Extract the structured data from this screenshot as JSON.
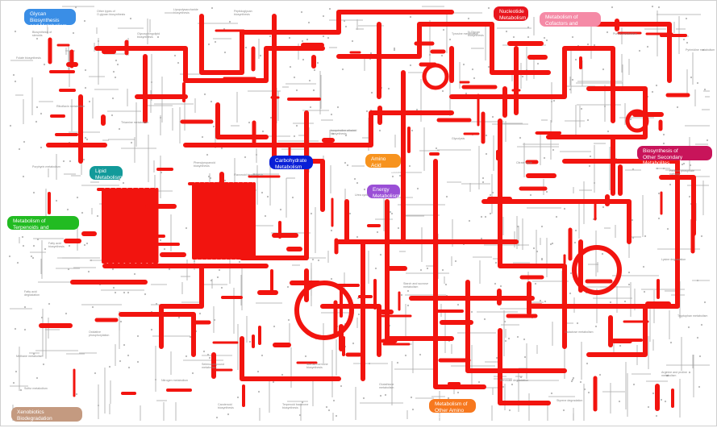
{
  "categories": [
    {
      "key": "glycan",
      "label": "Glycan Biosynthesis\nand Metabolism",
      "color": "#3a8ee6"
    },
    {
      "key": "nucleotide",
      "label": "Nucleotide\nMetabolism",
      "color": "#e8151d"
    },
    {
      "key": "cofactors",
      "label": "Metabolism of\nCofactors and Vitamins",
      "color": "#f58aa6"
    },
    {
      "key": "secondary",
      "label": "Biosynthesis of\nOther Secondary Metabolites",
      "color": "#c8145a"
    },
    {
      "key": "carbohydrate",
      "label": "Carbohydrate\nMetabolism",
      "color": "#0a1fd6"
    },
    {
      "key": "aminoacid",
      "label": "Amino Acid\nMetabolism",
      "color": "#f7931e"
    },
    {
      "key": "lipid",
      "label": "Lipid\nMetabolism",
      "color": "#129a9a"
    },
    {
      "key": "energy",
      "label": "Energy\nMetabolism",
      "color": "#9a4fd6"
    },
    {
      "key": "terpenoid",
      "label": "Metabolism of\nTerpenoids and Polyketides",
      "color": "#22bb22"
    },
    {
      "key": "otheramino",
      "label": "Metabolism of\nOther Amino Acid",
      "color": "#f7781e"
    },
    {
      "key": "xenobiotics",
      "label": "Xenobiotics Biodegradation\nand Metabolism",
      "color": "#c49a80"
    }
  ],
  "pathway_labels": [
    "Biosynthesis of\nsteroids",
    "Other types of\nO-glycan biosynthesis",
    "Glycosphingolipid\nbiosynthesis",
    "Lipopolysaccharide\nbiosynthesis",
    "Peptidoglycan\nbiosynthesis",
    "N-Glycan\nbiosynthesis",
    "Purine metabolism",
    "Pyrimidine metabolism",
    "Folate biosynthesis",
    "Riboflavin metabolism",
    "Thiamine metabolism",
    "Porphyrin metabolism",
    "Phenylpropanoid\nbiosynthesis",
    "Flavonoid biosynthesis",
    "Isoquinoline alkaloid\nbiosynthesis",
    "Glycolysis",
    "Citrate cycle",
    "Pentose phosphate\npathway",
    "Fatty acid\nbiosynthesis",
    "Fatty acid\ndegradation",
    "Oxidative\nphosphorylation",
    "Methane metabolism",
    "Nitrogen metabolism",
    "Carotenoid\nbiosynthesis",
    "Terpenoid backbone\nbiosynthesis",
    "Glutathione\nmetabolism",
    "Benzoate degradation",
    "Styrene degradation",
    "Arginine and proline\nmetabolism",
    "Tryptophan metabolism",
    "Lysine degradation",
    "Urea cycle",
    "Starch and sucrose\nmetabolism",
    "Galactose metabolism",
    "Selenocompound\nmetabolism",
    "Steroid hormone\nbiosynthesis",
    "Sulfur metabolism",
    "Tyrosine metabolism"
  ]
}
